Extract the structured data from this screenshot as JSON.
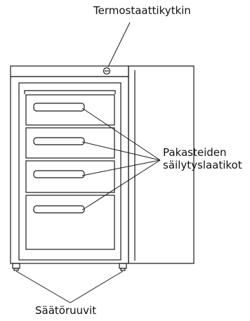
{
  "labels": {
    "thermostat": "Termostaattikytkin",
    "drawers_line1": "Pakasteiden",
    "drawers_line2": "säilytyslaatikot",
    "feet": "Säätöruuvit"
  },
  "colors": {
    "stroke": "#1a1a1a",
    "background": "#ffffff"
  }
}
